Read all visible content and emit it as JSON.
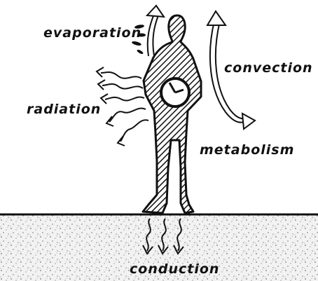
{
  "labels": {
    "evaporation": "evaporation",
    "convection": "convection",
    "radiation": "radiation",
    "metabolism": "metabolism",
    "conduction": "conduction"
  },
  "colors": {
    "ink": "#111111",
    "paper": "#ffffff",
    "ground_speckle": "#555555"
  },
  "icons": {
    "figure": "human-silhouette-hatched",
    "metabolism": "clock-dial",
    "evaporation": "up-arrow-with-droplets",
    "convection": "s-curve-double-arrow",
    "radiation": "wavy-arrows-left",
    "conduction": "wavy-arrows-down"
  }
}
